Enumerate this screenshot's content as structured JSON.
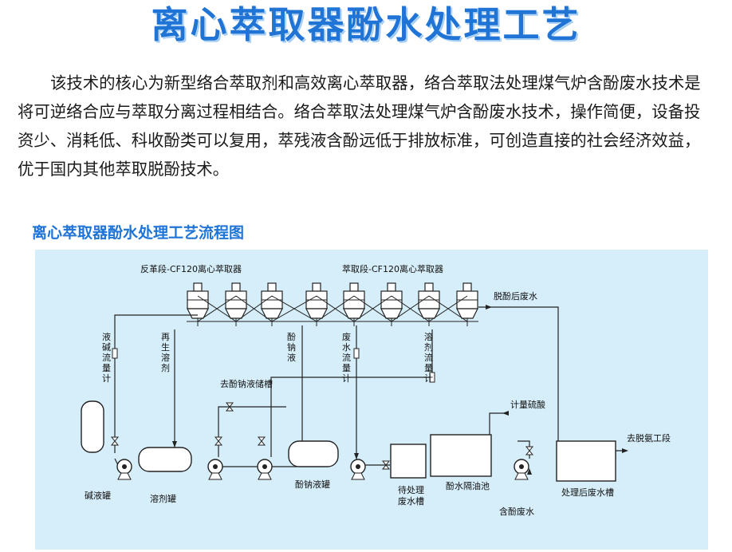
{
  "title": "离心萃取器酚水处理工艺",
  "paragraph": "该技术的核心为新型络合萃取剂和高效离心萃取器，络合萃取法处理煤气炉含酚废水技术是将可逆络合应与萃取分离过程相结合。络合萃取法处理煤气炉含酚废水技术，操作简便，设备投资少、消耗低、科收酚类可以复用，萃残液含酚远低于排放标准，可创造直接的社会经济效益，优于国内其他萃取脱酚技术。",
  "diagram": {
    "subtitle": "离心萃取器酚水处理工艺流程图",
    "colors": {
      "panel": "#d6eef9",
      "title": "#1f74d6",
      "line": "#222222"
    },
    "labels": {
      "back_extraction": "反革段-CF120离心萃取器",
      "extraction": "萃取段-CF120离心萃取器",
      "treated_water_out": "脱酚后废水",
      "alkali_flowmeter": "液碱流量计",
      "regen_solvent": "再生溶剂",
      "phenolate": "酚钠液",
      "wastewater_flowmeter": "废水流量计",
      "solvent_flowmeter": "溶剂流量计",
      "to_phenolate_tank": "去酚钠液储槽",
      "metering_acid": "计量硫酸",
      "to_ammonia": "去脱氨工段",
      "alkali_tank": "碱液罐",
      "solvent_tank": "溶剂罐",
      "phenolate_tank": "酚钠液罐",
      "pending_tank": "待处理废水槽",
      "separator": "酚水隔油池",
      "phenol_water": "含酚废水",
      "treated_tank": "处理后废水槽"
    }
  }
}
